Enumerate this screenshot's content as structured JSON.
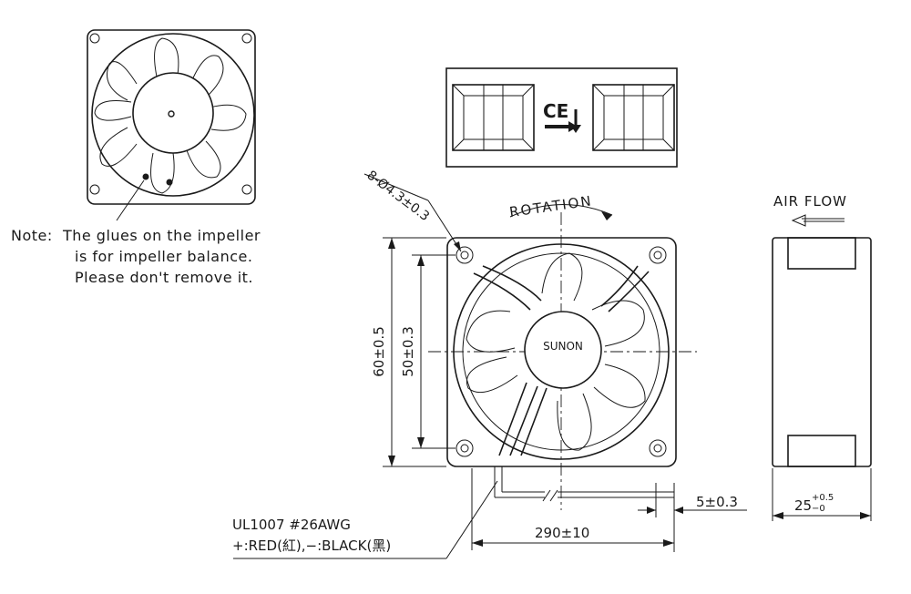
{
  "note": {
    "line1": "Note:  The glues on the impeller",
    "line2": "is for impeller balance.",
    "line3": "Please don't remove it."
  },
  "labels": {
    "rotation": "ROTATION",
    "air_flow": "AIR FLOW",
    "brand": "SUNON",
    "hole_spec": "8-Ø4.3±0.3",
    "ce_mark": "CE",
    "wire_spec": "UL1007  #26AWG",
    "wire_colors": "+:RED(紅),−:BLACK(黑)"
  },
  "dimensions": {
    "outer": "60±0.5",
    "hole_spacing": "50±0.3",
    "wire_length": "290±10",
    "strip_length": "5±0.3",
    "thickness_base": "25",
    "thickness_tol_upper": "+0.5",
    "thickness_tol_lower": "−0"
  }
}
